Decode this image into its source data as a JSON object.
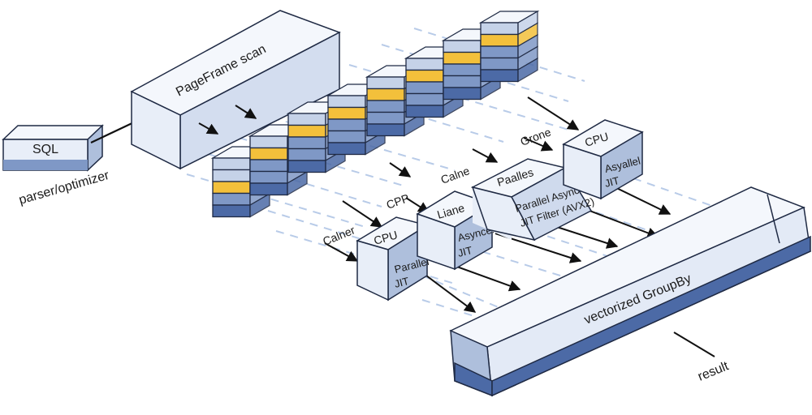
{
  "sql": {
    "label": "SQL"
  },
  "parser": {
    "label": "parser/optimizer"
  },
  "scan": {
    "label": "PageFrame scan"
  },
  "workers": {
    "w1": {
      "title": "CPU",
      "body1": "Parallel",
      "body2": "JIT",
      "side": "Calner"
    },
    "w2": {
      "title": "Liane",
      "body1": "Asyncel",
      "body2": "JIT",
      "side": "CPP"
    },
    "w3": {
      "title": "Paalles",
      "body1": "Parallel Async",
      "body2": "JIT Filter (AVX2)",
      "side": "Calne"
    },
    "w4": {
      "title": "CPU",
      "body1": "Asyallel",
      "body2": "JIT",
      "side": "Grone"
    }
  },
  "groupby": {
    "label": "vectorized GroupBy"
  },
  "result": {
    "label": "result"
  },
  "colors": {
    "outline": "#1f2a44",
    "box_face": "#e8eef8",
    "box_top": "#f4f7fc",
    "box_side": "#aebfdc",
    "stack_light": "#c5d2e8",
    "stack_mid": "#7f98c6",
    "stack_dark": "#4c6aa6",
    "stack_accent": "#f3c03b",
    "rail": "#b8cbe8"
  }
}
